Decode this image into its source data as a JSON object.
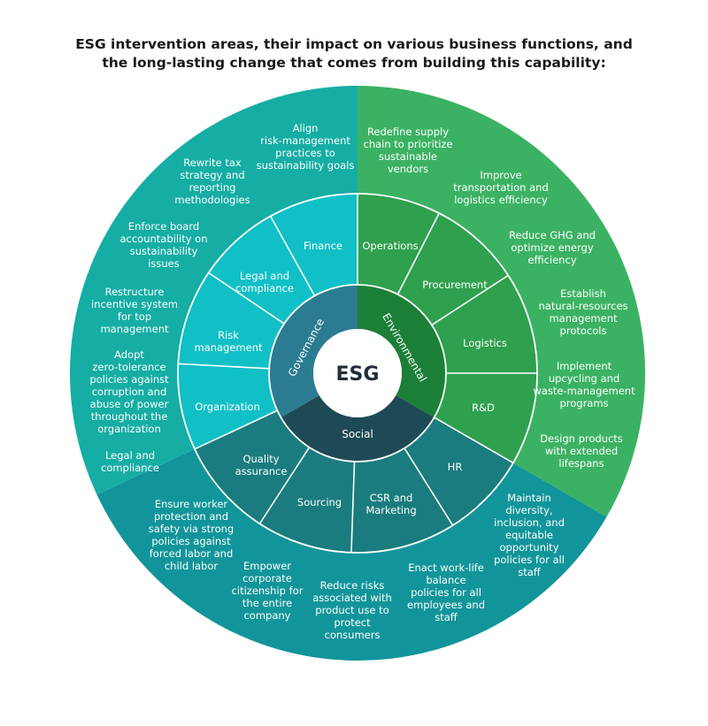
{
  "title": {
    "line1": "ESG intervention areas, their impact on various business functions, and",
    "line2": "the long-lasting change that comes from building this capability:"
  },
  "colors": {
    "governance_outer": "#15ADA4",
    "governance_mid": "#11C0C6",
    "governance_inner": "#2C7C91",
    "environmental_outer": "#3BB263",
    "environmental_mid": "#2FA04E",
    "environmental_inner": "#1C7F37",
    "social_outer": "#12959A",
    "social_mid": "#1A7C7E",
    "social_inner": "#1E4A55",
    "center": "#ffffff",
    "center_text": "#1f2f3a"
  },
  "center": {
    "label": "ESG"
  },
  "pillars": [
    {
      "id": "governance",
      "name": "Governance"
    },
    {
      "id": "environmental",
      "name": "Environmental"
    },
    {
      "id": "social",
      "name": "Social"
    }
  ],
  "functions": [
    {
      "id": "finance",
      "pillar": "governance",
      "lines": [
        "Finance"
      ]
    },
    {
      "id": "legal",
      "pillar": "governance",
      "lines": [
        "Legal and",
        "compliance"
      ]
    },
    {
      "id": "risk",
      "pillar": "governance",
      "lines": [
        "Risk",
        "management"
      ]
    },
    {
      "id": "organization",
      "pillar": "governance",
      "lines": [
        "Organization"
      ]
    },
    {
      "id": "operations",
      "pillar": "environmental",
      "lines": [
        "Operations"
      ]
    },
    {
      "id": "procurement",
      "pillar": "environmental",
      "lines": [
        "Procurement"
      ]
    },
    {
      "id": "logistics",
      "pillar": "environmental",
      "lines": [
        "Logistics"
      ]
    },
    {
      "id": "rnd",
      "pillar": "environmental",
      "lines": [
        "R&D"
      ]
    },
    {
      "id": "hr",
      "pillar": "social",
      "lines": [
        "HR"
      ]
    },
    {
      "id": "csr",
      "pillar": "social",
      "lines": [
        "CSR and",
        "Marketing"
      ]
    },
    {
      "id": "sourcing",
      "pillar": "social",
      "lines": [
        "Sourcing"
      ]
    },
    {
      "id": "quality",
      "pillar": "social",
      "lines": [
        "Quality",
        "assurance"
      ]
    }
  ],
  "changes": [
    {
      "id": "align-risk",
      "pillar": "governance",
      "lines": [
        "Align",
        "risk-management",
        "practices to",
        "sustainability goals"
      ]
    },
    {
      "id": "rewrite-tax",
      "pillar": "governance",
      "lines": [
        "Rewrite tax",
        "strategy and",
        "reporting",
        "methodologies"
      ]
    },
    {
      "id": "board-accountability",
      "pillar": "governance",
      "lines": [
        "Enforce board",
        "accountability on",
        "sustainability",
        "issues"
      ]
    },
    {
      "id": "restructure-incentives",
      "pillar": "governance",
      "lines": [
        "Restructure",
        "incentive system",
        "for top",
        "management"
      ]
    },
    {
      "id": "zero-tolerance",
      "pillar": "governance",
      "lines": [
        "Adopt",
        "zero-tolerance",
        "policies against",
        "corruption and",
        "abuse of power",
        "throughout the",
        "organization"
      ]
    },
    {
      "id": "legal-compliance",
      "pillar": "governance",
      "lines": [
        "Legal and",
        "compliance"
      ]
    },
    {
      "id": "supply-chain",
      "pillar": "environmental",
      "lines": [
        "Redefine supply",
        "chain to prioritize",
        "sustainable",
        "vendors"
      ]
    },
    {
      "id": "transportation",
      "pillar": "environmental",
      "lines": [
        "Improve",
        "transportation and",
        "logistics efficiency"
      ]
    },
    {
      "id": "ghg",
      "pillar": "environmental",
      "lines": [
        "Reduce GHG and",
        "optimize energy",
        "efficiency"
      ]
    },
    {
      "id": "natural-resources",
      "pillar": "environmental",
      "lines": [
        "Establish",
        "natural-resources",
        "management",
        "protocols"
      ]
    },
    {
      "id": "upcycling",
      "pillar": "environmental",
      "lines": [
        "Implement",
        "upcycling and",
        "waste-management",
        "programs"
      ]
    },
    {
      "id": "extended-lifespans",
      "pillar": "environmental",
      "lines": [
        "Design products",
        "with extended",
        "lifespans"
      ]
    },
    {
      "id": "diversity",
      "pillar": "social",
      "lines": [
        "Maintain",
        "diversity,",
        "inclusion, and",
        "equitable",
        "opportunity",
        "policies for all",
        "staff"
      ]
    },
    {
      "id": "work-life",
      "pillar": "social",
      "lines": [
        "Enact work-life",
        "balance",
        "policies for all",
        "employees and",
        "staff"
      ]
    },
    {
      "id": "reduce-risks",
      "pillar": "social",
      "lines": [
        "Reduce risks",
        "associated with",
        "product use to",
        "protect",
        "consumers"
      ]
    },
    {
      "id": "citizenship",
      "pillar": "social",
      "lines": [
        "Empower",
        "corporate",
        "citizenship for",
        "the entire",
        "company"
      ]
    },
    {
      "id": "worker-protection",
      "pillar": "social",
      "lines": [
        "Ensure worker",
        "protection and",
        "safety via strong",
        "policies against",
        "forced labor and",
        "child labor"
      ]
    }
  ]
}
